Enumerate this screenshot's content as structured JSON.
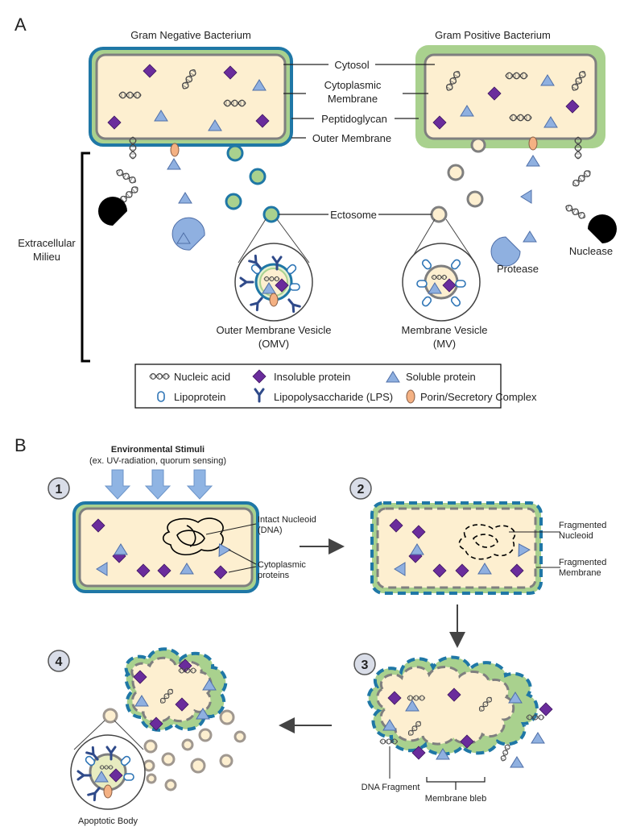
{
  "panel_a": {
    "letter": "A",
    "gram_negative_title": "Gram Negative Bacterium",
    "gram_positive_title": "Gram Positive Bacterium",
    "cytosol": "Cytosol",
    "cyto_membrane_1": "Cytoplasmic",
    "cyto_membrane_2": "Membrane",
    "peptidoglycan": "Peptidoglycan",
    "outer_membrane": "Outer Membrane",
    "ectosome": "Ectosome",
    "milieu_1": "Extracellular",
    "milieu_2": "Milieu",
    "protease": "Protease",
    "nuclease": "Nuclease",
    "omv_1": "Outer Membrane Vesicle",
    "omv_2": "(OMV)",
    "mv_1": "Membrane Vesicle",
    "mv_2": "(MV)"
  },
  "legend": {
    "nucleic_acid": "Nucleic acid",
    "insoluble_protein": "Insoluble protein",
    "soluble_protein": "Soluble protein",
    "lipoprotein": "Lipoprotein",
    "lps": "Lipopolysaccharide (LPS)",
    "porin": "Porin/Secretory Complex"
  },
  "panel_b": {
    "letter": "B",
    "stimuli_title": "Environmental Stimuli",
    "stimuli_sub": "(ex. UV-radiation, quorum sensing)",
    "step1": "1",
    "step2": "2",
    "step3": "3",
    "step4": "4",
    "intact_1": "Intact Nucleoid",
    "intact_2": "(DNA)",
    "cyto_prot_1": "Cytoplasmic",
    "cyto_prot_2": "proteins",
    "frag_nuc_1": "Fragmented",
    "frag_nuc_2": "Nucleoid",
    "frag_mem_1": "Fragmented",
    "frag_mem_2": "Membrane",
    "dna_fragment": "DNA Fragment",
    "membrane_bleb": "Membrane bleb",
    "apoptotic_body": "Apoptotic Body"
  },
  "colors": {
    "cytosol": "#fdefd0",
    "gram_negative_outer": "#1f77a6",
    "peptidoglycan": "#a9d18e",
    "membrane": "#7f7f7f",
    "insoluble_protein": "#6a2c9c",
    "soluble_protein": "#8fb0e0",
    "porin": "#f4b183",
    "enzyme": "#000000",
    "arrow_stimuli": "#8fb4e3"
  }
}
